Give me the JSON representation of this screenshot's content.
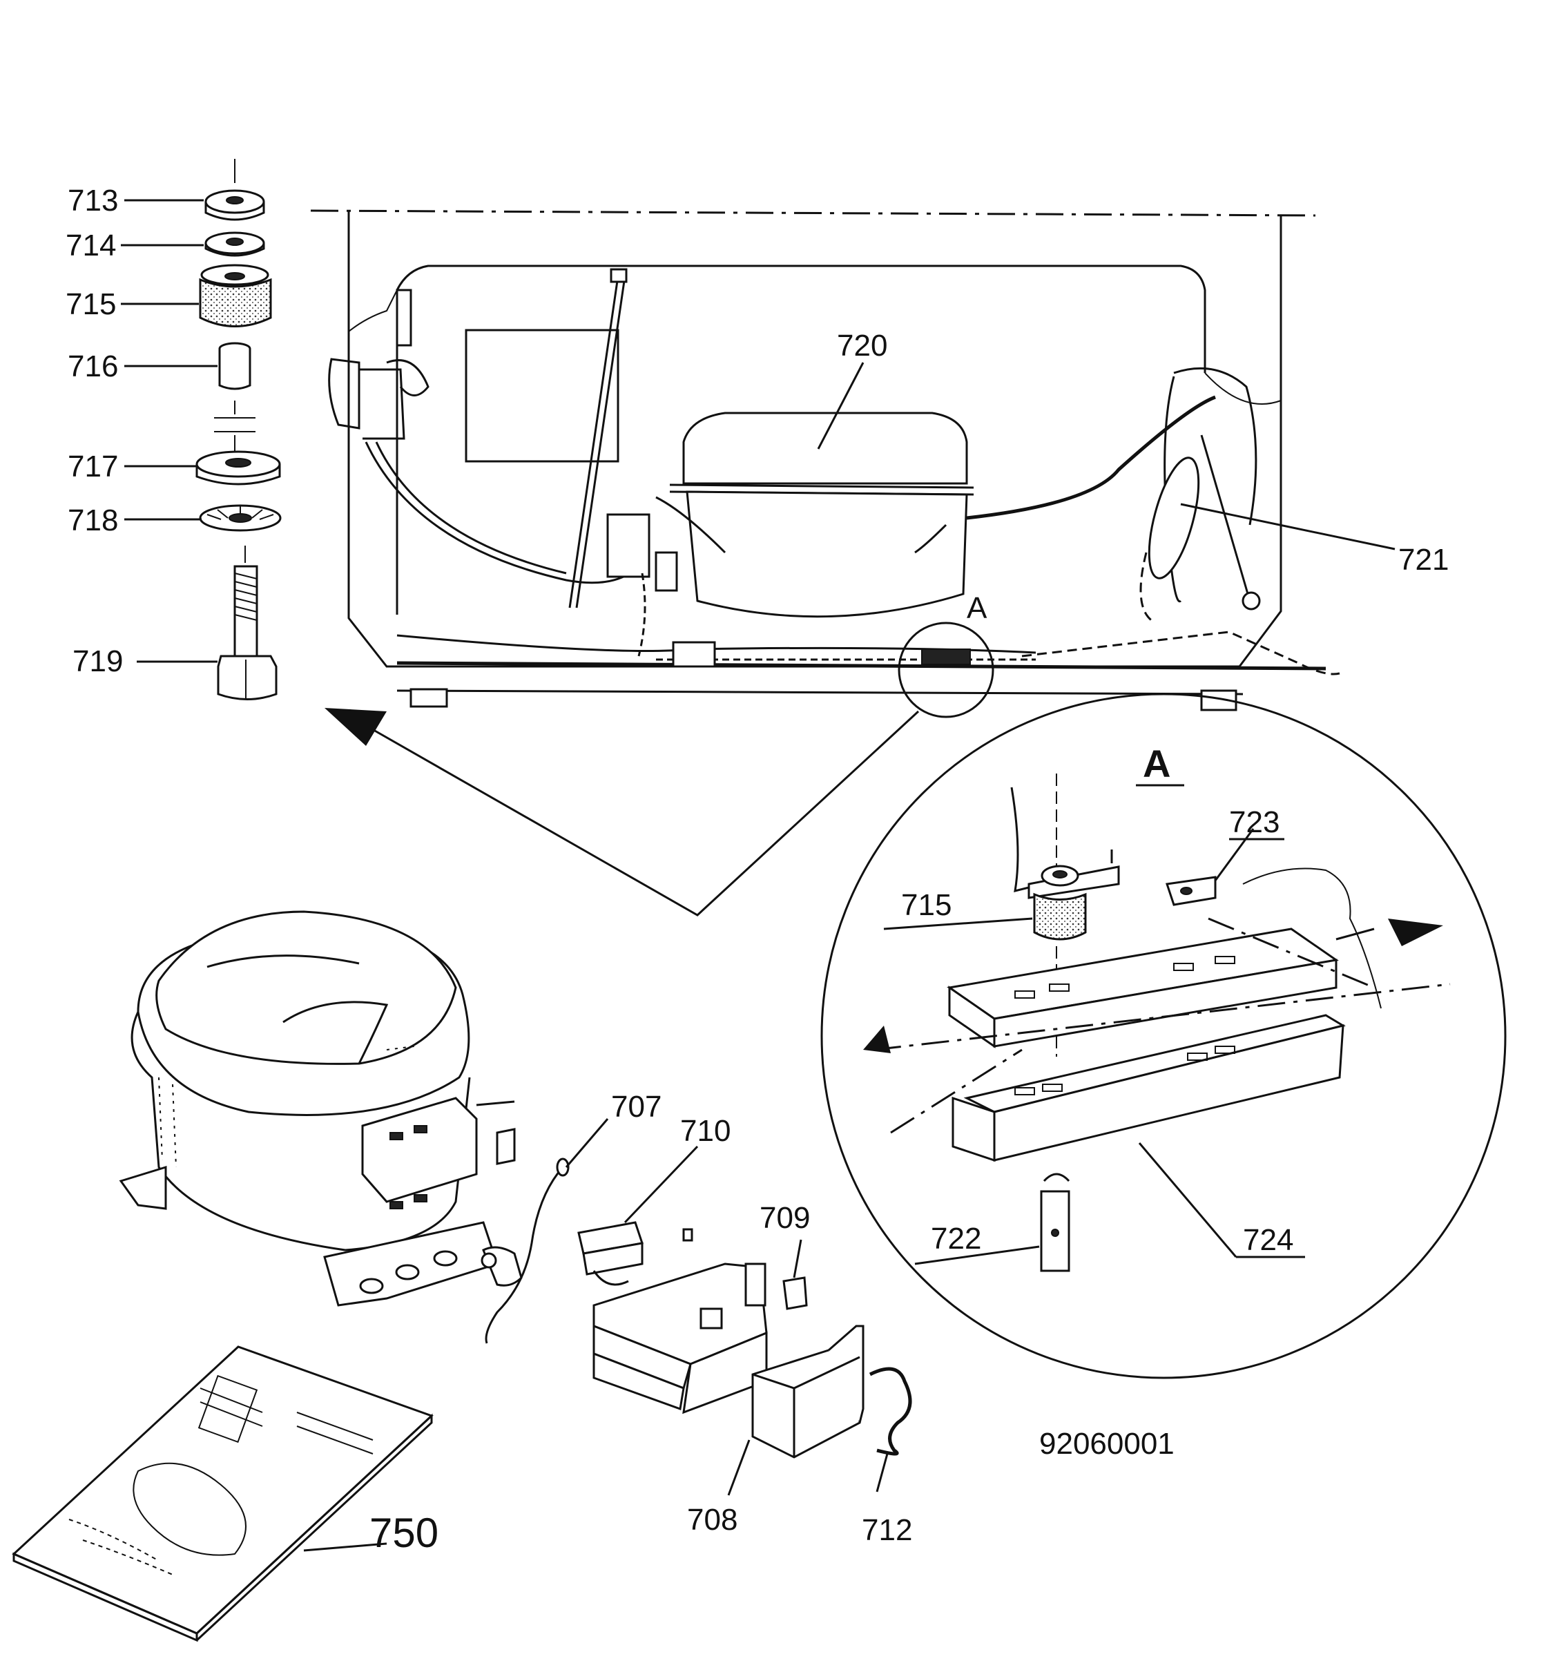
{
  "labels": {
    "p713": "713",
    "p714": "714",
    "p715": "715",
    "p716": "716",
    "p717": "717",
    "p718": "718",
    "p719": "719",
    "p720": "720",
    "p721": "721",
    "pA_small": "A",
    "pA_detail": "A",
    "p723": "723",
    "p715b": "715",
    "p722": "722",
    "p724": "724",
    "p707": "707",
    "p710": "710",
    "p709": "709",
    "p708": "708",
    "p712": "712",
    "p750": "750",
    "drawing_number": "92060001"
  }
}
